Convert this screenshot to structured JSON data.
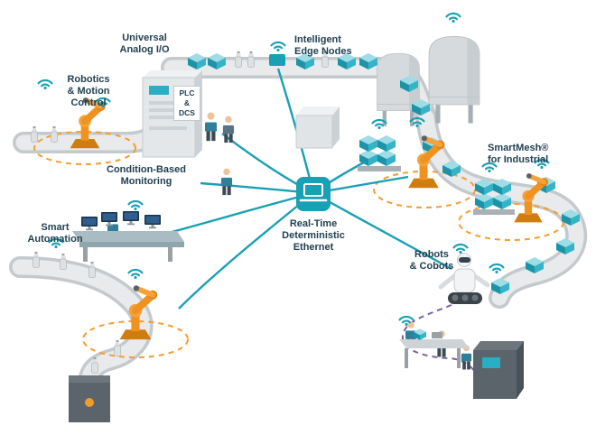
{
  "title": "Industrial Ethernet Smart Factory Diagram",
  "colors": {
    "teal": "#18a0b4",
    "orange": "#f0931d",
    "dashed_zone_orange": "#f59d2e",
    "cobot_track_purple": "#7a5fa0",
    "label_text": "#1e3e50",
    "conveyor_gray": "#c3c9cd"
  },
  "hub": {
    "label": "Real-Time\nDeterministic\nEthernet"
  },
  "labels": {
    "universal_analog_io": "Universal\nAnalog I/O",
    "intelligent_edge_nodes": "Intelligent\nEdge Nodes",
    "robotics_motion_control": "Robotics\n& Motion\nControl",
    "plc_dcs": "PLC\n&\nDCS",
    "condition_based_monitoring": "Condition-Based\nMonitoring",
    "smart_automation": "Smart\nAutomation",
    "smartmesh_for_industrial": "SmartMesh®\nfor Industrial",
    "robots_cobots": "Robots\n& Cobots"
  },
  "icons": [
    "wifi-icon",
    "ethernet-hub-icon",
    "teal-box",
    "bottle",
    "robot-arm",
    "silo",
    "monitor",
    "person",
    "cobot",
    "plc-cabinet"
  ]
}
